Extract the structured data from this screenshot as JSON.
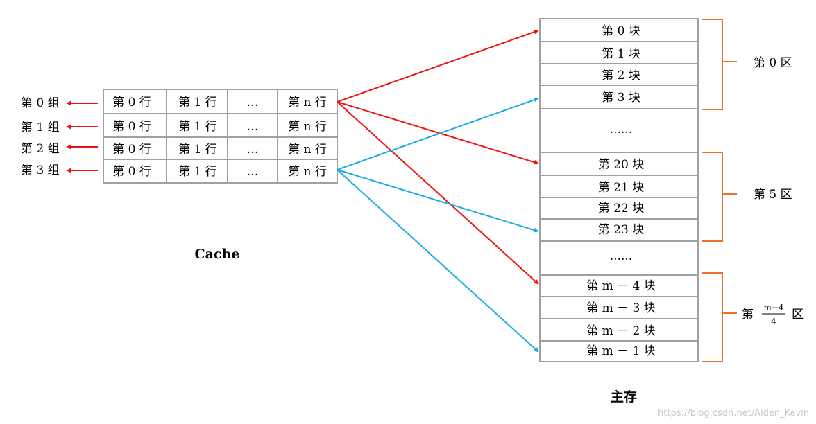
{
  "cache": {
    "label": "Cache",
    "groups": [
      "第 0 组",
      "第 1 组",
      "第 2 组",
      "第 3 组"
    ],
    "columns": [
      "第 0 行",
      "第 1 行",
      "…",
      "第 n 行"
    ]
  },
  "memory": {
    "label": "主存",
    "blocks": [
      "第 0 块",
      "第 1 块",
      "第 2 块",
      "第 3 块",
      "......",
      "第 20 块",
      "第 21 块",
      "第 22 块",
      "第 23 块",
      "......",
      "第 m － 4 块",
      "第 m － 3 块",
      "第 m － 2 块",
      "第 m － 1 块"
    ],
    "regions": [
      {
        "label": "第 0 区"
      },
      {
        "label": "第 5 区"
      },
      {
        "prefix": "第",
        "numerator": "m−4",
        "denominator": "4",
        "suffix": "区"
      }
    ]
  },
  "colors": {
    "red_mapping": "#ee1111",
    "blue_mapping": "#1aace0",
    "bracket": "#e8742a",
    "grid": "#a0a0a0"
  },
  "watermark": "https://blog.csdn.net/Aiden_Kevin"
}
